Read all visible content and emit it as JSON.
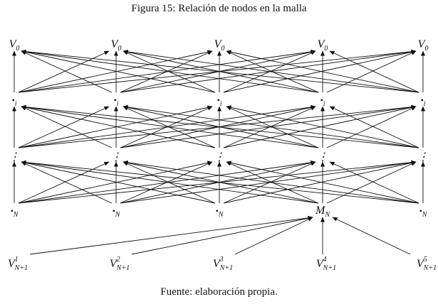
{
  "title": "Figura 15: Relación de nodos en la malla",
  "source": "Fuente: elaboración propia.",
  "columns": [
    {
      "top": "V",
      "top_sub": "0",
      "mid": "•",
      "mid_sub": "i",
      "dots": "⋮",
      "bottom": "•",
      "bottom_sub": "N"
    },
    {
      "top": "V",
      "top_sub": "0",
      "mid": "•",
      "mid_sub": "i",
      "dots": "⋮",
      "bottom": "•",
      "bottom_sub": "N"
    },
    {
      "top": "V",
      "top_sub": "0",
      "mid": "•",
      "mid_sub": "i",
      "dots": "⋮",
      "bottom": "•",
      "bottom_sub": "N"
    },
    {
      "top": "V",
      "top_sub": "0",
      "mid": "•",
      "mid_sub": "i",
      "dots": "⋮",
      "bottom": "M",
      "bottom_sub": "N"
    },
    {
      "top": "V",
      "top_sub": "0",
      "mid": "•",
      "mid_sub": "i",
      "dots": "⋮",
      "bottom": "•",
      "bottom_sub": "N"
    }
  ],
  "inputs": [
    {
      "base": "V",
      "sup": "1",
      "sub": "N+1"
    },
    {
      "base": "V",
      "sup": "2",
      "sub": "N+1"
    },
    {
      "base": "V",
      "sup": "3",
      "sub": "N+1"
    },
    {
      "base": "V",
      "sup": "4",
      "sub": "N+1"
    },
    {
      "base": "V",
      "sup": "5",
      "sub": "N+1"
    }
  ],
  "input_target_column": 3
}
